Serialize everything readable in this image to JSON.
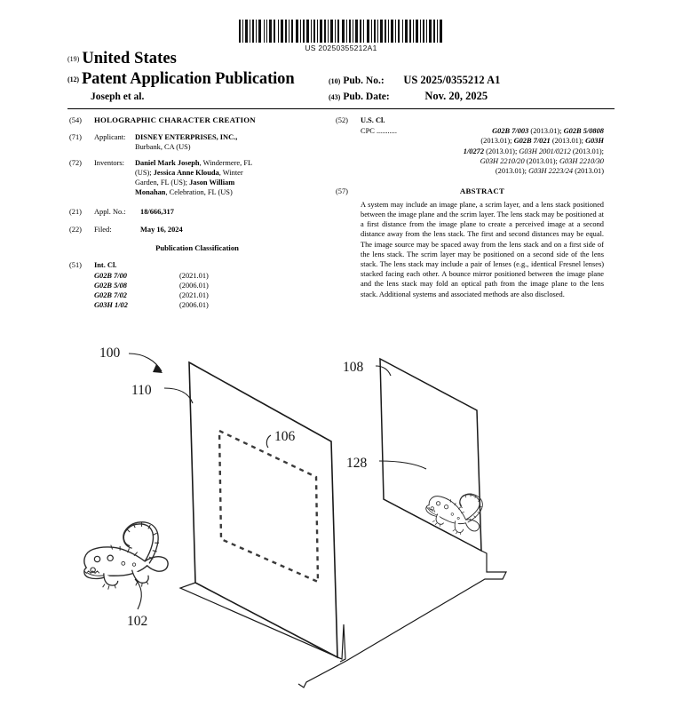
{
  "document": {
    "barcode_number": "US 20250355212A1",
    "country_tag": "(19)",
    "country": "United States",
    "kind_tag": "(12)",
    "publication_type": "Patent Application Publication",
    "authors": "Joseph et al.",
    "pub_no_tag": "(10)",
    "pub_no_label": "Pub. No.:",
    "pub_no_value": "US 2025/0355212 A1",
    "pub_date_tag": "(43)",
    "pub_date_label": "Pub. Date:",
    "pub_date_value": "Nov. 20, 2025"
  },
  "left_column": {
    "title_tag": "(54)",
    "title": "HOLOGRAPHIC CHARACTER CREATION",
    "applicant_tag": "(71)",
    "applicant_label": "Applicant:",
    "applicant_name": "DISNEY ENTERPRISES, INC.,",
    "applicant_address": "Burbank, CA (US)",
    "inventors_tag": "(72)",
    "inventors_label": "Inventors:",
    "inventors_line1_name": "Daniel Mark Joseph",
    "inventors_line1_rest": ", Windermere, FL",
    "inventors_line2_pre": "(US); ",
    "inventors_line2_name": "Jessica Anne Klouda",
    "inventors_line2_rest": ", Winter",
    "inventors_line3_pre": "Garden, FL (US); ",
    "inventors_line3_name": "Jason William",
    "inventors_line4_name": "Monahan",
    "inventors_line4_rest": ", Celebration, FL (US)",
    "appl_no_tag": "(21)",
    "appl_no_label": "Appl. No.:",
    "appl_no_value": "18/666,317",
    "filed_tag": "(22)",
    "filed_label": "Filed:",
    "filed_value": "May 16, 2024",
    "pub_class_heading": "Publication Classification",
    "int_cl_tag": "(51)",
    "int_cl_label": "Int. Cl.",
    "int_cl_rows": [
      {
        "code": "G02B 7/00",
        "date": "(2021.01)"
      },
      {
        "code": "G02B 5/08",
        "date": "(2006.01)"
      },
      {
        "code": "G02B 7/02",
        "date": "(2021.01)"
      },
      {
        "code": "G03H 1/02",
        "date": "(2006.01)"
      }
    ]
  },
  "right_column": {
    "us_cl_tag": "(52)",
    "us_cl_label": "U.S. Cl.",
    "cpc_label": "CPC",
    "cpc_dots": "...........",
    "cpc_line1_a": "G02B 7/003",
    "cpc_line1_b": " (2013.01); ",
    "cpc_line1_c": "G02B 5/0808",
    "cpc_line2_a": "(2013.01); ",
    "cpc_line2_b": "G02B 7/021",
    "cpc_line2_c": " (2013.01); ",
    "cpc_line2_d": "G03H",
    "cpc_line3_a": "1/0272",
    "cpc_line3_b": " (2013.01); ",
    "cpc_line3_c": "G03H 2001/0212",
    "cpc_line3_d": " (2013.01);",
    "cpc_line4_a": "G03H 2210/20",
    "cpc_line4_b": " (2013.01); ",
    "cpc_line4_c": "G03H 2210/30",
    "cpc_line5_a": "(2013.01); ",
    "cpc_line5_b": "G03H 2223/24",
    "cpc_line5_c": " (2013.01)",
    "abstract_tag": "(57)",
    "abstract_heading": "ABSTRACT",
    "abstract_text": "A system may include an image plane, a scrim layer, and a lens stack positioned between the image plane and the scrim layer. The lens stack may be positioned at a first distance from the image plane to create a perceived image at a second distance away from the lens stack. The first and second distances may be equal. The image source may be spaced away from the lens stack and on a first side of the lens stack. The scrim layer may be positioned on a second side of the lens stack. The lens stack may include a pair of lenses (e.g., identical Fresnel lenses) stacked facing each other. A bounce mirror positioned between the image plane and the lens stack may fold an optical path from the image plane to the lens stack. Additional systems and associated methods are also disclosed."
  },
  "figure": {
    "labels": {
      "system": "100",
      "character_source": "102",
      "lens_region": "106",
      "image_plane": "108",
      "scrim_layer": "110",
      "perceived_image": "128"
    }
  }
}
